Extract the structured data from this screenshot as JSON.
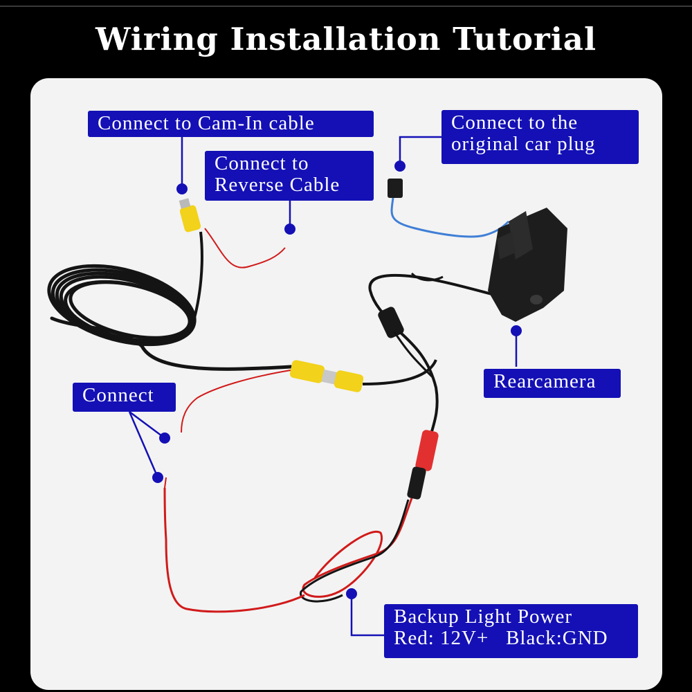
{
  "title": "Wiring Installation Tutorial",
  "labels": {
    "cam_in": "Connect to Cam-In cable",
    "reverse": [
      "Connect to",
      "Reverse Cable"
    ],
    "original_plug": [
      "Connect to the",
      "original car plug"
    ],
    "rearcamera": "Rearcamera",
    "connect": "Connect",
    "backup": [
      "Backup Light Power",
      "Red: 12V+   Black:GND"
    ]
  },
  "colors": {
    "label_bg": "#1410b5",
    "background": "#000000",
    "panel": "#f3f3f3",
    "cable_black": "#141414",
    "cable_red": "#d11a1a",
    "rca_yellow": "#f2d21a",
    "wire_blue": "#3f7fd6"
  }
}
